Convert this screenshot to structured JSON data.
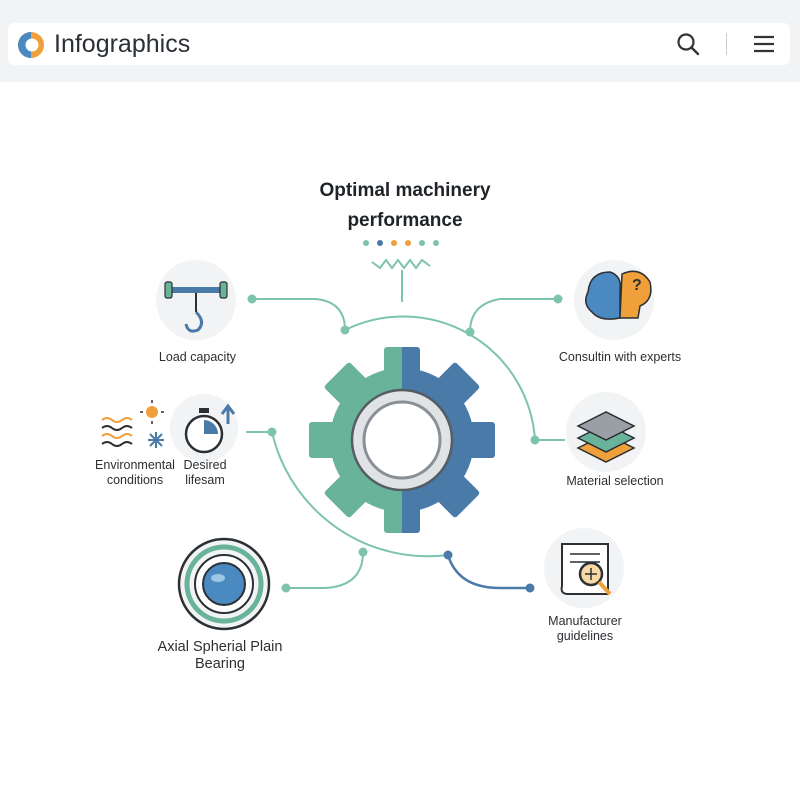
{
  "app": {
    "title": "Infographics"
  },
  "toolbar": {
    "search_icon": "search-icon",
    "menu_icon": "hamburger-menu-icon"
  },
  "diagram": {
    "title": "Optimal machinery performance",
    "center_icon": "gear-icon",
    "nodes": [
      {
        "label": "Load capacity",
        "icon": "crane-hook-icon"
      },
      {
        "label": "Consultin with experts",
        "icon": "brain-lightbulb-icon"
      },
      {
        "label": "Environmental conditions",
        "icon": "weather-icon"
      },
      {
        "label": "Desired lifesam",
        "icon": "stopwatch-icon"
      },
      {
        "label": "Material selection",
        "icon": "layers-icon"
      },
      {
        "label": "Axial Spherial Plain Bearing",
        "icon": "bearing-icon"
      },
      {
        "label": "Manufacturer guidelines",
        "icon": "document-magnifier-icon"
      }
    ]
  },
  "colors": {
    "teal": "#7dc3ad",
    "blue": "#4a7aa8",
    "orange": "#f0a03a",
    "gray": "#8a8f96"
  }
}
